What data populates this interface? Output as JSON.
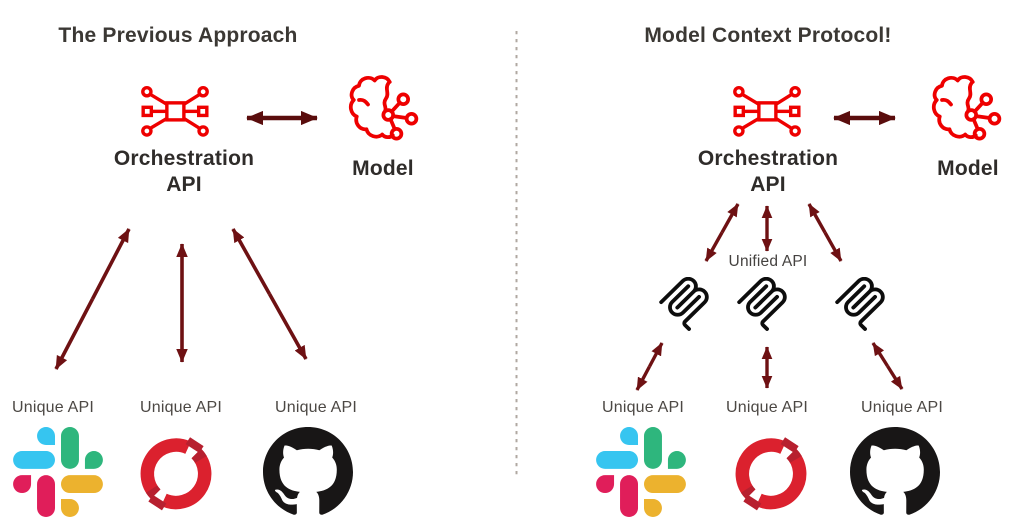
{
  "left_panel": {
    "title": "The Previous Approach",
    "orchestration_line1": "Orchestration",
    "orchestration_line2": "API",
    "model_label": "Model",
    "api_labels": [
      "Unique API",
      "Unique API",
      "Unique API"
    ],
    "service_icons": [
      "slack-logo",
      "openshift-logo",
      "github-logo"
    ]
  },
  "right_panel": {
    "title": "Model Context Protocol!",
    "orchestration_line1": "Orchestration",
    "orchestration_line2": "API",
    "model_label": "Model",
    "unified_api_label": "Unified API",
    "protocol_icons": [
      "mcp-logo",
      "mcp-logo",
      "mcp-logo"
    ],
    "api_labels": [
      "Unique API",
      "Unique API",
      "Unique API"
    ],
    "service_icons": [
      "slack-logo",
      "openshift-logo",
      "github-logo"
    ]
  },
  "colors": {
    "icon_red": "#ee0000",
    "arrow_maroon": "#6e1113",
    "arrow_dark_maroon": "#5a0d0d",
    "slack_blue": "#36c5f0",
    "slack_green": "#2eb67d",
    "slack_yellow": "#ecb22e",
    "slack_pink": "#e01e5a",
    "openshift_red": "#db212e",
    "openshift_dark_red": "#b7202f",
    "github_black": "#181616",
    "mcp_black": "#0d0d0d",
    "divider_gray": "#b0a8a2",
    "title_text": "#3b3834",
    "label_text": "#4c4844"
  }
}
